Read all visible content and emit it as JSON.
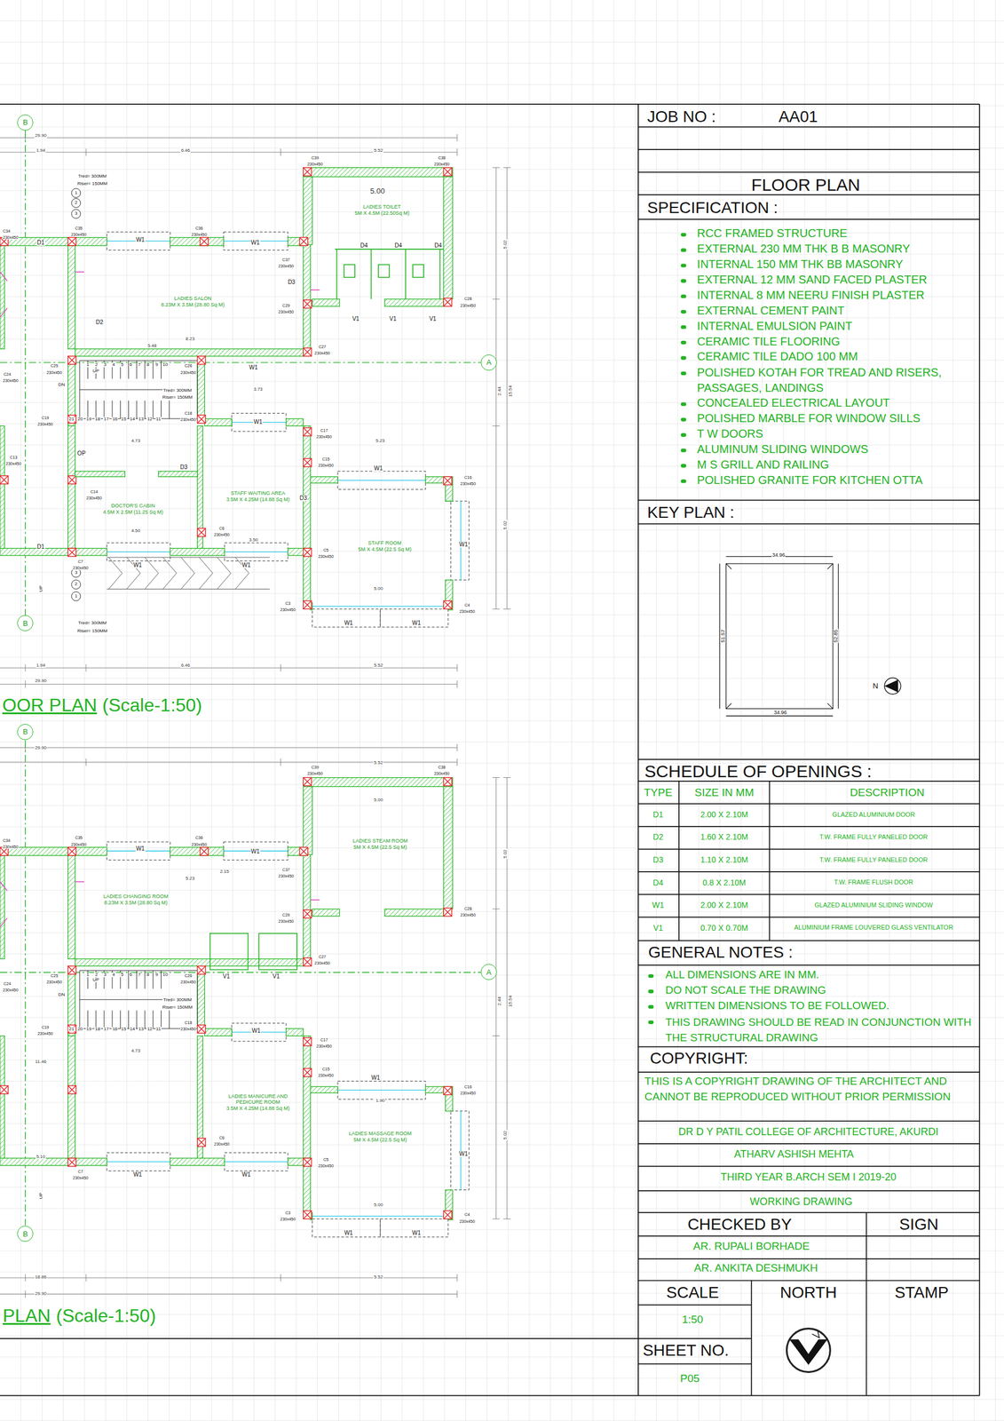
{
  "diagram": {
    "nodes": [
      {
        "text": [
          "B"
        ]
      },
      {
        "text": [
          "LADIES TOILET",
          "5M X 4.5M (22.50Sq M)"
        ]
      },
      {
        "text": [
          "LADIES SALON",
          "8.23M X 3.5M (28.80 Sq M)"
        ]
      },
      {
        "text": [
          "A"
        ]
      },
      {
        "text": [
          "DOCTOR'S CABIN",
          "4.5M X 2.5M (11.25 Sq M)"
        ]
      },
      {
        "text": [
          "STAFF WAITING AREA",
          "3.5M X 4.25M (14.88 Sq M)"
        ]
      },
      {
        "text": [
          "STAFF ROOM",
          "5M X 4.5M (22.5 Sq M)"
        ]
      },
      {
        "text": [
          "B"
        ]
      },
      {
        "text": [
          "B"
        ]
      },
      {
        "text": [
          "LADIES STEAM ROOM",
          "5M X 4.5M (22.5 Sq M)"
        ]
      },
      {
        "text": [
          "LADIES CHANGING ROOM",
          "8.23M X 3.5M (28.80 Sq M)"
        ]
      },
      {
        "text": [
          "A"
        ]
      },
      {
        "text": [
          "LADIES MANICURE AND PEDICURE ROOM",
          "3.5M X 4.25M (14.88 Sq M)"
        ]
      },
      {
        "text": [
          "LADIES MASSAGE ROOM",
          "5M X 4.5M (22.5 Sq M)"
        ]
      },
      {
        "text": [
          "B"
        ]
      }
    ],
    "labels": [
      "JOB NO :",
      "AA01",
      "FLOOR PLAN",
      "SPECIFICATION :",
      "RCC FRAMED STRUCTURE",
      "EXTERNAL 230 MM THK B B MASONRY",
      "INTERNAL 150 MM THK BB MASONRY",
      "EXTERNAL 12 MM SAND FACED PLASTER",
      "INTERNAL 8 MM NEERU FINISH PLASTER",
      "EXTERNAL CEMENT PAINT",
      "INTERNAL EMULSION PAINT",
      "CERAMIC TILE FLOORING",
      "CERAMIC TILE DADO 100 MM",
      "POLISHED KOTAH FOR TREAD AND RISERS, PASSAGES, LANDINGS",
      "CONCEALED ELECTRICAL LAYOUT",
      "POLISHED MARBLE FOR WINDOW SILLS",
      "T W DOORS",
      "ALUMINUM SLIDING WINDOWS",
      "M S GRILL AND RAILING",
      "POLISHED GRANITE FOR KITCHEN OTTA",
      "KEY PLAN :",
      "34.96",
      "34.96",
      "51.57",
      "52.85",
      "N",
      "SCHEDULE OF OPENINGS :",
      "TYPE",
      "SIZE IN MM",
      "DESCRIPTION",
      "D1",
      "2.00 X 2.10M",
      "GLAZED ALUMINIUM DOOR",
      "D2",
      "1.60 X 2.10M",
      "T.W. FRAME FULLY PANELED DOOR",
      "D3",
      "1.10 X 2.10M",
      "T.W. FRAME FULLY PANELED DOOR",
      "D4",
      "0.8 X 2.10M",
      "T.W. FRAME FLUSH DOOR",
      "W1",
      "2.00 X 2.10M",
      "GLAZED ALUMINIUM SLIDING WINDOW",
      "V1",
      "0.70 X 0.70M",
      "ALUMINIUM FRAME LOUVERED GLASS VENTILATOR",
      "GENERAL NOTES :",
      "ALL DIMENSIONS ARE IN MM.",
      "DO NOT SCALE THE DRAWING",
      "WRITTEN DIMENSIONS TO BE FOLLOWED.",
      "THIS DRAWING SHOULD BE READ IN CONJUNCTION WITH THE STRUCTURAL DRAWING",
      "COPYRIGHT:",
      "THIS IS A COPYRIGHT DRAWING OF THE ARCHITECT AND CANNOT BE REPRODUCED WITHOUT PRIOR PERMISSION",
      "DR D Y PATIL COLLEGE OF ARCHITECTURE, AKURDI",
      "ATHARV ASHISH MEHTA",
      "THIRD YEAR B.ARCH SEM I 2019-20",
      "WORKING DRAWING",
      "CHECKED BY",
      "SIGN",
      "AR. RUPALI BORHADE",
      "AR. ANKITA DESHMUKH",
      "SCALE",
      "NORTH",
      "STAMP",
      "1:50",
      "SHEET NO.",
      "P05",
      "OOR PLAN",
      "(Scale-1:50)",
      "PLAN",
      "(Scale-1:50)",
      "29.90",
      "1.94",
      "6.46",
      "5.52",
      "1.94",
      "6.46",
      "5.52",
      "29.90",
      "5.02",
      "5.02",
      "2.44",
      "15.54",
      "5.00",
      "8.23",
      "5.48",
      "4.73",
      "3.73",
      "4.50",
      "3.50",
      "5.23",
      "5.00",
      "Tred= 300MM",
      "Riser= 150MM",
      "1",
      "2",
      "3",
      "Tred= 300MM",
      "Riser= 150MM",
      "3",
      "2",
      "1",
      "Tred= 300MM",
      "Riser= 150MM",
      "UP",
      "DN",
      "UP",
      "1",
      "2",
      "3",
      "4",
      "5",
      "6",
      "7",
      "8",
      "9",
      "10",
      "21",
      "20",
      "19",
      "18",
      "17",
      "16",
      "15",
      "14",
      "13",
      "12",
      "11",
      "D1",
      "W1",
      "W1",
      "D4",
      "D4",
      "D4",
      "D3",
      "D2",
      "V1",
      "V1",
      "V1",
      "W1",
      "W1",
      "OP",
      "D3",
      "W1",
      "D3",
      "D1",
      "W1",
      "W1",
      "W1",
      "W1",
      "W1",
      "C39",
      "230x450",
      "C38",
      "230x450",
      "C34",
      "230x450",
      "C35",
      "230x450",
      "C36",
      "230x450",
      "C37",
      "230x450",
      "C29",
      "230x450",
      "C28",
      "230x450",
      "C27",
      "230x450",
      "C25",
      "230x450",
      "C26",
      "230x450",
      "C24",
      "230x450",
      "C19",
      "230x450",
      "C18",
      "230x450",
      "C17",
      "230x450",
      "C15",
      "230x450",
      "C16",
      "230x450",
      "C13",
      "230x450",
      "C14",
      "230x450",
      "C6",
      "230x450",
      "C5",
      "230x450",
      "C7",
      "230x450",
      "C3",
      "230x450",
      "C4",
      "230x450",
      "29.90",
      "5.52",
      "5.00",
      "5.23",
      "2.15",
      "4.73",
      "11.46",
      "5.10",
      "1.90",
      "5.00",
      "18.86",
      "29.90",
      "5.52",
      "5.02",
      "5.02",
      "2.44",
      "15.54",
      "Tred= 300MM",
      "Riser= 150MM",
      "UP",
      "DN",
      "UP",
      "1",
      "2",
      "3",
      "4",
      "5",
      "6",
      "7",
      "8",
      "9",
      "10",
      "21",
      "20",
      "19",
      "18",
      "17",
      "16",
      "15",
      "14",
      "13",
      "12",
      "11",
      "W1",
      "W1",
      "W1",
      "W1",
      "W1",
      "W1",
      "W1",
      "W1",
      "W1",
      "V1",
      "V1",
      "C39",
      "230x450",
      "C38",
      "230x450",
      "C34",
      "230x450",
      "C35",
      "230x450",
      "C36",
      "230x450",
      "C37",
      "230x450",
      "C29",
      "230x450",
      "C28",
      "230x450",
      "C27",
      "230x450",
      "C25",
      "230x450",
      "C26",
      "230x450",
      "C24",
      "230x450",
      "C19",
      "230x450",
      "C18",
      "230x450",
      "C17",
      "230x450",
      "C15",
      "230x450",
      "C16",
      "230x450",
      "C6",
      "230x450",
      "C5",
      "230x450",
      "C7",
      "230x450",
      "C3",
      "230x450",
      "C4",
      "230x450"
    ]
  }
}
